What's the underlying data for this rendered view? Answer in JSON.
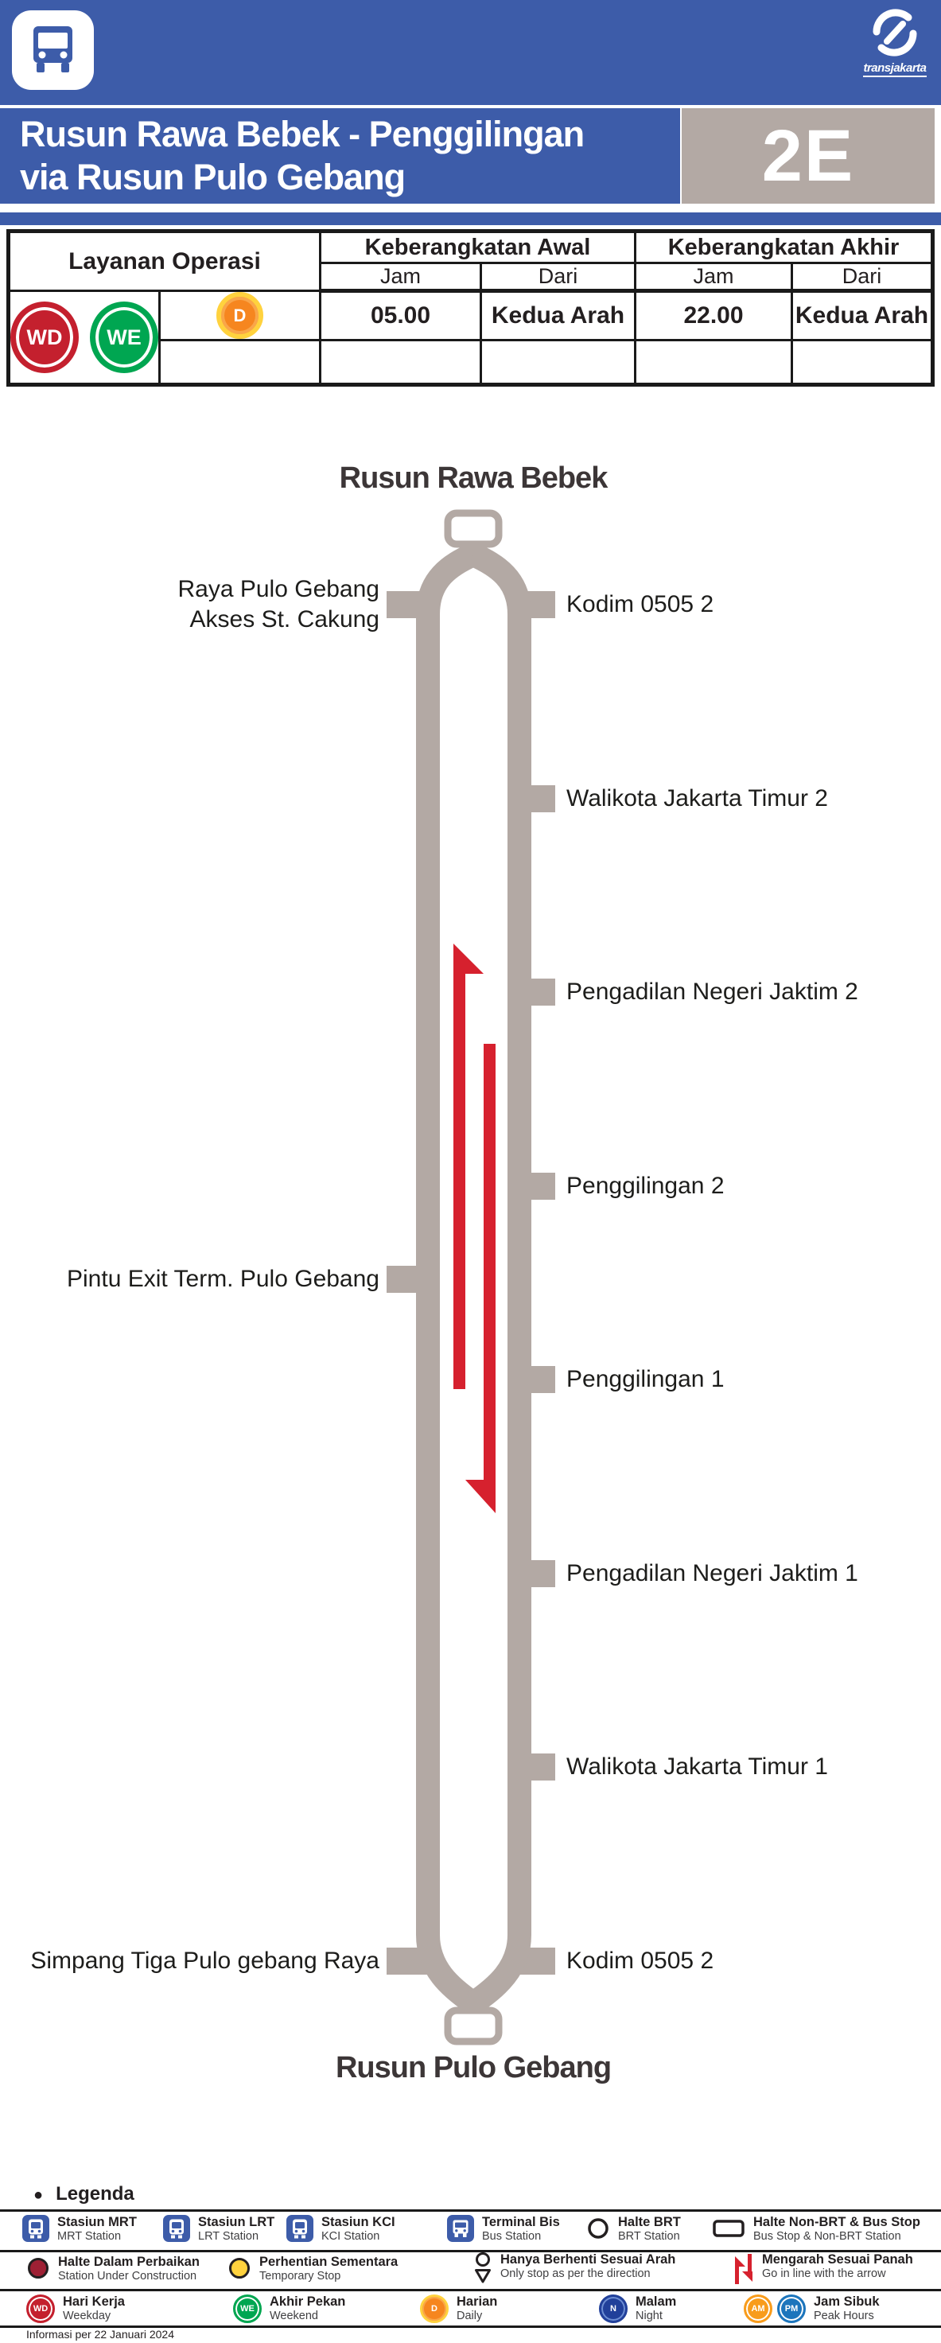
{
  "header": {
    "brand": "transjakarta",
    "title_line1": "Rusun Rawa Bebek - Penggilingan",
    "title_line2": "via Rusun Pulo Gebang",
    "route_code": "2E"
  },
  "table": {
    "layanan_label": "Layanan Operasi",
    "awal_label": "Keberangkatan Awal",
    "akhir_label": "Keberangkatan Akhir",
    "jam_label": "Jam",
    "dari_label": "Dari",
    "badge_wd": "WD",
    "badge_we": "WE",
    "badge_d": "D",
    "row1": {
      "awal_jam": "05.00",
      "awal_dari": "Kedua Arah",
      "akhir_jam": "22.00",
      "akhir_dari": "Kedua Arah"
    }
  },
  "map": {
    "terminal_top": "Rusun Rawa Bebek",
    "terminal_bottom": "Rusun Pulo Gebang",
    "left_stops": [
      {
        "label": "Raya Pulo Gebang\nAkses St. Cakung"
      },
      {
        "label": "Pintu Exit Term. Pulo Gebang"
      },
      {
        "label": "Simpang Tiga Pulo gebang Raya"
      }
    ],
    "right_stops": [
      {
        "label": "Kodim 0505 2"
      },
      {
        "label": "Walikota Jakarta Timur 2"
      },
      {
        "label": "Pengadilan Negeri Jaktim 2"
      },
      {
        "label": "Penggilingan 2"
      },
      {
        "label": "Penggilingan 1"
      },
      {
        "label": "Pengadilan Negeri Jaktim 1"
      },
      {
        "label": "Walikota Jakarta Timur 1"
      },
      {
        "label": "Kodim 0505 2"
      }
    ]
  },
  "legend": {
    "title": "Legenda",
    "row1": [
      {
        "title": "Stasiun MRT",
        "sub": "MRT Station",
        "icon": "mrt-station-icon"
      },
      {
        "title": "Stasiun LRT",
        "sub": "LRT Station",
        "icon": "lrt-station-icon"
      },
      {
        "title": "Stasiun KCI",
        "sub": "KCI Station",
        "icon": "kci-station-icon"
      },
      {
        "title": "Terminal Bis",
        "sub": "Bus Station",
        "icon": "bus-terminal-icon"
      },
      {
        "title": "Halte BRT",
        "sub": "BRT Station",
        "icon": "brt-station-icon"
      },
      {
        "title": "Halte Non-BRT & Bus Stop",
        "sub": "Bus Stop & Non-BRT Station",
        "icon": "non-brt-stop-icon"
      }
    ],
    "row2": [
      {
        "title": "Halte Dalam Perbaikan",
        "sub": "Station Under Construction",
        "icon": "station-under-construction-icon"
      },
      {
        "title": "Perhentian Sementara",
        "sub": "Temporary Stop",
        "icon": "temporary-stop-icon"
      },
      {
        "title": "Hanya Berhenti Sesuai Arah",
        "sub": "Only stop as per the direction",
        "icon": "direction-stop-icon"
      },
      {
        "title": "Mengarah Sesuai Panah",
        "sub": "Go in line with the arrow",
        "icon": "arrow-direction-icon"
      }
    ],
    "row3": [
      {
        "title": "Hari Kerja",
        "sub": "Weekday",
        "badge": "WD"
      },
      {
        "title": "Akhir Pekan",
        "sub": "Weekend",
        "badge": "WE"
      },
      {
        "title": "Harian",
        "sub": "Daily",
        "badge": "D"
      },
      {
        "title": "Malam",
        "sub": "Night",
        "badge": "N"
      },
      {
        "title": "Jam Sibuk",
        "sub": "Peak Hours",
        "badge_am": "AM",
        "badge_pm": "PM"
      }
    ]
  },
  "footer_note": "Informasi per 22 Januari 2024",
  "colors": {
    "blue": "#3d5ca9",
    "taupe": "#b3a9a4",
    "arrow_red": "#d6212e",
    "badge_red": "#c4202e",
    "green": "#00a651",
    "orange": "#f6861f",
    "yellow": "#ffd23e",
    "navy": "#21409a",
    "am_orange": "#f89c1c",
    "pm_blue": "#1c75bc",
    "maroon": "#9e2034"
  }
}
